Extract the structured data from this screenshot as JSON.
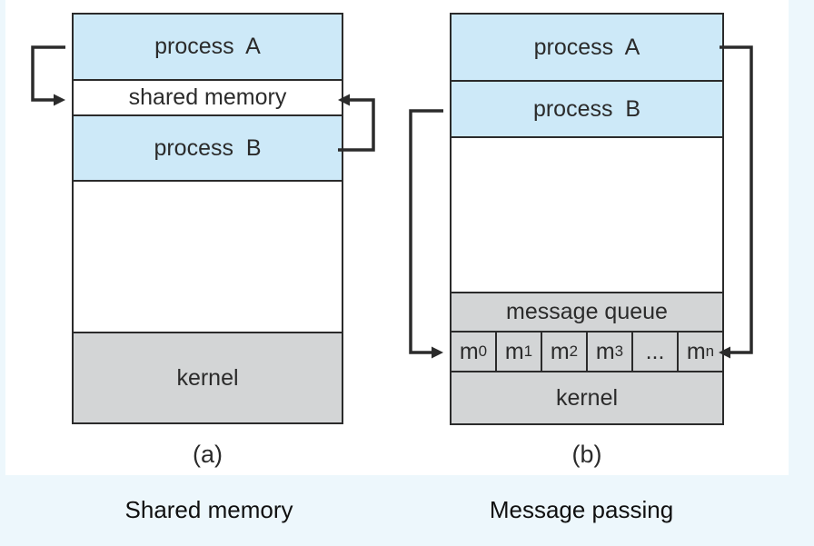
{
  "colors": {
    "page_background": "#edf7fc",
    "panel_background": "#ffffff",
    "process_fill": "#cde9f8",
    "kernel_fill": "#d3d5d6",
    "shared_memory_fill": "#ffffff",
    "border": "#2b2b2b",
    "figure_text": "#2b2b2b",
    "caption_text": "#101010"
  },
  "diagram_a": {
    "process_a_label": "process  A",
    "shared_memory_label": "shared memory",
    "process_b_label": "process  B",
    "kernel_label": "kernel",
    "figure_label": "(a)",
    "caption": "Shared memory"
  },
  "diagram_b": {
    "process_a_label": "process  A",
    "process_b_label": "process  B",
    "message_queue_label": "message queue",
    "kernel_label": "kernel",
    "figure_label": "(b)",
    "caption": "Message passing",
    "messages": [
      {
        "base": "m",
        "sub": "0"
      },
      {
        "base": "m",
        "sub": "1"
      },
      {
        "base": "m",
        "sub": "2"
      },
      {
        "base": "m",
        "sub": "3"
      },
      {
        "base": "...",
        "sub": ""
      },
      {
        "base": "m",
        "sub": "n"
      }
    ]
  }
}
